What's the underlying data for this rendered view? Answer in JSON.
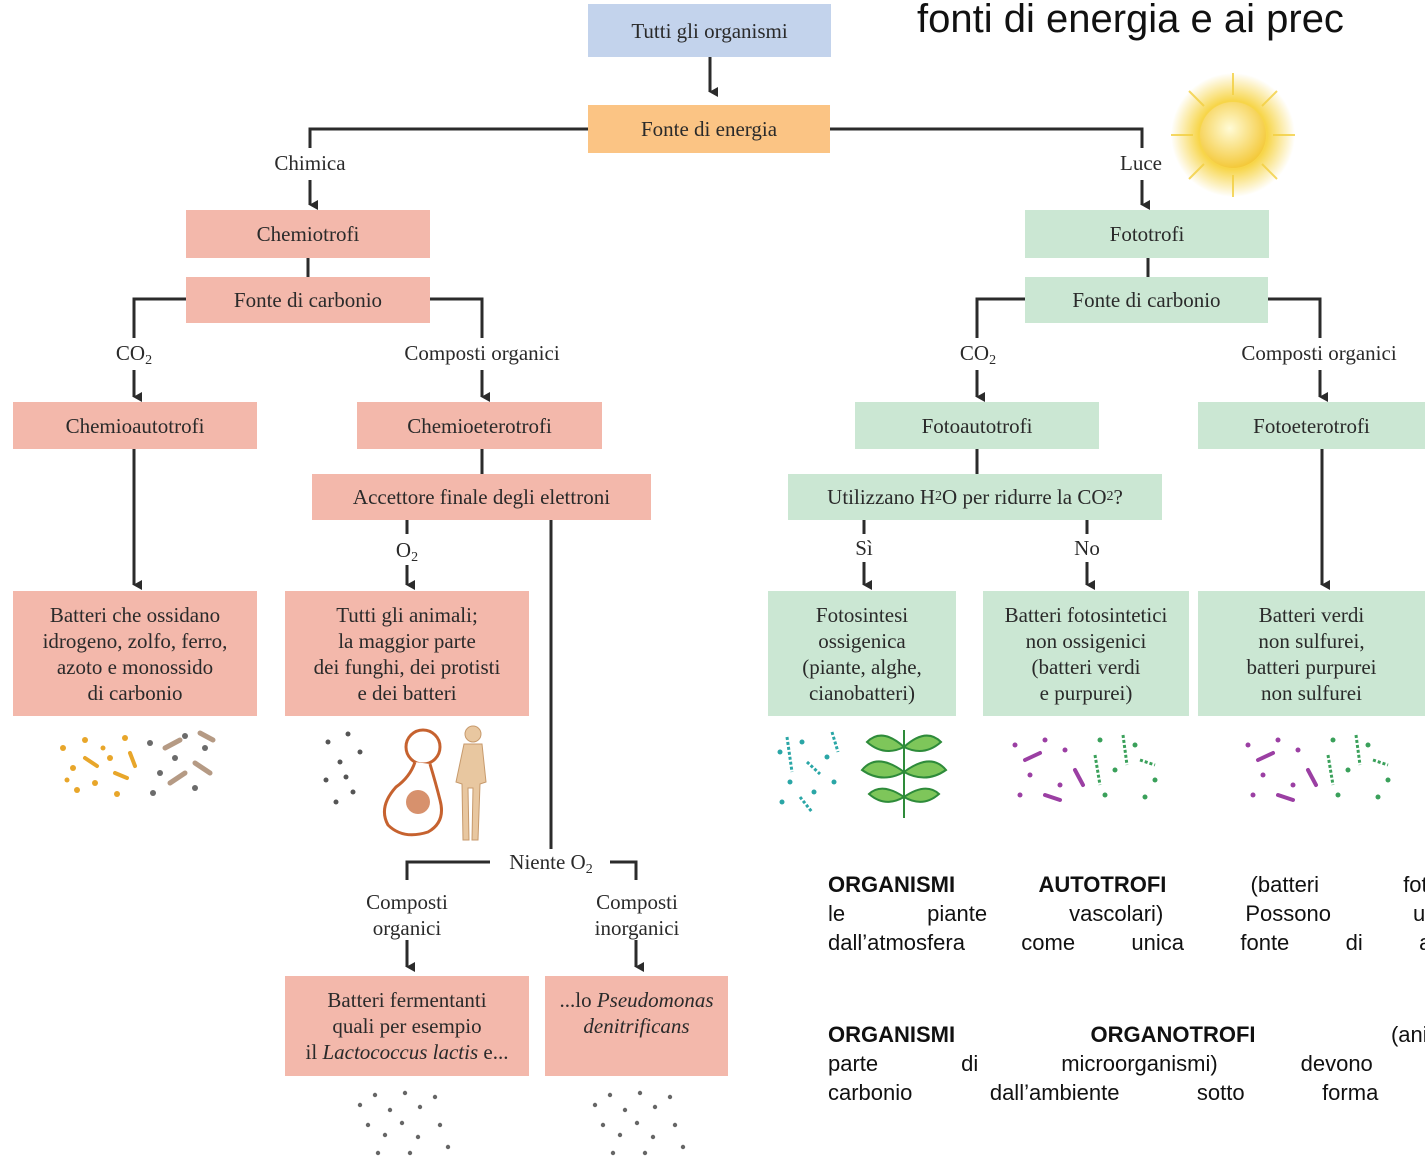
{
  "heading": "fonti di energia e ai prec",
  "nodes": {
    "root": "Tutti gli organismi",
    "energy_source": "Fonte di energia",
    "chemotrophs": "Chemiotrofi",
    "phototrophs": "Fototrofi",
    "chem_carbon_source": "Fonte di carbonio",
    "photo_carbon_source": "Fonte di carbonio",
    "chemoautotrophs": "Chemioautotrofi",
    "chemoheterotrophs": "Chemioeterotrofi",
    "electron_acceptor": "Accettore finale degli elettroni",
    "photoautotrophs": "Fotoautotrofi",
    "photoheterotrophs": "Fotoeterotrofi",
    "water_question_pre": "Utilizzano H",
    "water_question_mid": "O per ridurre la CO",
    "water_question_end": "?"
  },
  "edge_labels": {
    "chemical": "Chimica",
    "light": "Luce",
    "co2_left_pre": "CO",
    "organic_left": "Composti organici",
    "co2_right_pre": "CO",
    "organic_right": "Composti organici",
    "o2_pre": "O",
    "no_o2_pre": "Niente O",
    "organic_compounds_l1": "Composti",
    "organic_compounds_l2": "organici",
    "inorganic_compounds_l1": "Composti",
    "inorganic_compounds_l2": "inorganici",
    "yes": "Sì",
    "no": "No",
    "subscript_2": "2"
  },
  "leaves": {
    "chemoauto_examples": [
      "Batteri che ossidano",
      "idrogeno, zolfo, ferro,",
      "azoto e monossido",
      "di carbonio"
    ],
    "aerobic_examples": [
      "Tutti gli animali;",
      "la maggior parte",
      "dei funghi, dei protisti",
      "e dei batteri"
    ],
    "fermenting_line1": "Batteri fermentanti",
    "fermenting_line2": "quali per esempio",
    "fermenting_line3_pre": "il ",
    "fermenting_line3_italic": "Lactococcus lactis",
    "fermenting_line3_post": " e...",
    "pseudomonas_pre": "...lo ",
    "pseudomonas_italic1": "Pseudomonas",
    "pseudomonas_italic2": "denitrificans",
    "oxygenic_examples": [
      "Fotosintesi",
      "ossigenica",
      "(piante, alghe,",
      "cianobatteri)"
    ],
    "anoxygenic_examples": [
      "Batteri fotosintetici",
      "non ossigenici",
      "(batteri verdi",
      "e purpurei)"
    ],
    "photohetero_examples": [
      "Batteri verdi",
      "non sulfurei,",
      "batteri purpurei",
      "non sulfurei"
    ]
  },
  "paragraphs": {
    "autotrophs_title": "ORGANISMI AUTOTROFI",
    "autotrophs_lines": [
      " (batteri fotosin",
      "le  piante  vascolari)  Possono  usare",
      "dall’atmosfera come unica fonte di atom"
    ],
    "organotrophs_title": "ORGANISMI  ORGANOTROFI",
    "organotrophs_lines": [
      " (animali",
      "parte  di  microorganismi)  devono  o",
      "carbonio  dall’ambiente  sotto  forma  d"
    ]
  },
  "colors": {
    "root_box": "#c3d3ec",
    "energy_box": "#fbc484",
    "chemotroph_boxes": "#f3b8ab",
    "phototroph_boxes": "#cbe7d3",
    "connector_lines": "#2b2b2b",
    "sun": "#f7d548"
  }
}
